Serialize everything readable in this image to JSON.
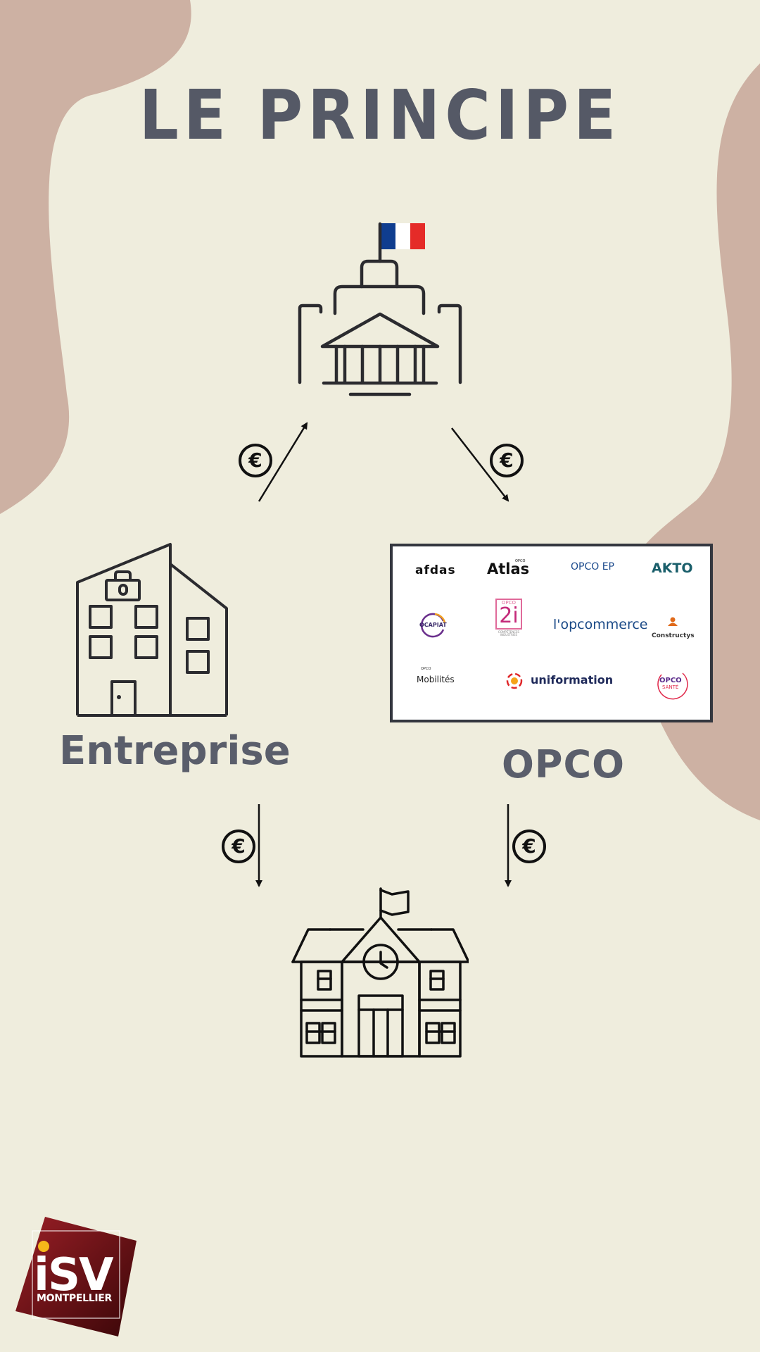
{
  "title": "LE PRINCIPE",
  "nodes": {
    "state": {
      "icon": "government-building-icon",
      "flag_colors": [
        "#0f3d8f",
        "#ffffff",
        "#e52b28"
      ]
    },
    "entreprise": {
      "label": "Entreprise",
      "icon": "office-building-icon"
    },
    "opco": {
      "label": "OPCO"
    },
    "school": {
      "icon": "school-building-icon"
    }
  },
  "flows": {
    "currency_symbol": "€",
    "edges": [
      {
        "from": "entreprise",
        "to": "state"
      },
      {
        "from": "state",
        "to": "opco"
      },
      {
        "from": "entreprise",
        "to": "school"
      },
      {
        "from": "opco",
        "to": "school"
      }
    ]
  },
  "opco_logos": {
    "afdas": "afdas",
    "atlas": "Atlas",
    "atlas_small": "OPCO",
    "opcoep": "OPCO EP",
    "akto": "AKTO",
    "ocapiat": "OCAPIAT",
    "opco2i_top": "OPCO",
    "opco2i_main": "2i",
    "opco2i_sub": "COMPÉTENCES INDUSTRIES",
    "lopcommerce": "l'opcommerce",
    "constructys": "Constructys",
    "mobilites_small": "OPCO",
    "mobilites": "Mobilités",
    "uniformation": "uniformation",
    "opcosante_main": "OPCO",
    "opcosante_sub": "SANTÉ"
  },
  "brand": {
    "line1": "iSV",
    "line2": "MONTPELLIER",
    "colors": {
      "primary": "#7a1a1d",
      "accent": "#f5b81a"
    }
  },
  "colors": {
    "background": "#efeddd",
    "blob": "#cdb1a3",
    "title": "#555966",
    "icon_stroke": "#2b2b2f"
  }
}
